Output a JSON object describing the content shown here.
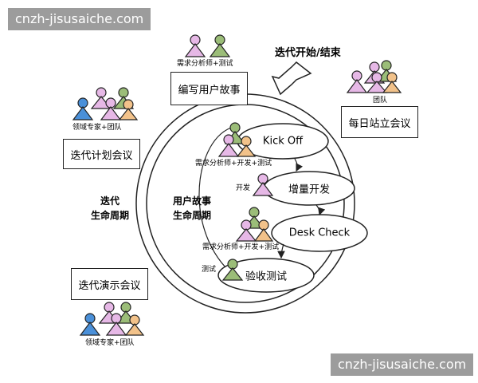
{
  "watermark_top": "cnzh-jisusaiche.com",
  "watermark_bottom": "cnzh-jisusaiche.com",
  "iteration_start_end": "迭代开始/结束",
  "iteration_lifecycle": [
    "迭代",
    "生命周期"
  ],
  "story_lifecycle": [
    "用户故事",
    "生命周期"
  ],
  "boxes": {
    "write_story": "编写用户故事",
    "iteration_planning": "迭代计划会议",
    "daily_standup": "每日站立会议",
    "iteration_demo": "迭代演示会议"
  },
  "people_labels": {
    "analyst_tester": "需求分析师+测试",
    "domain_team_top": "领域专家+团队",
    "team": "团队",
    "domain_team_bottom": "领域专家+团队",
    "kickoff_roles": "需求分析师+开发+测试",
    "dev": "开发",
    "deskcheck_roles": "需求分析师+开发+测试",
    "test": "测试"
  },
  "bubbles": {
    "kickoff": "Kick Off",
    "incremental_dev": "增量开发",
    "desk_check": "Desk Check",
    "acceptance_test": "验收测试"
  },
  "colors": {
    "blue": "#4a90d9",
    "pink": "#e6b8e6",
    "green": "#9bbd78",
    "orange": "#f2c28a",
    "outline": "#222222"
  }
}
